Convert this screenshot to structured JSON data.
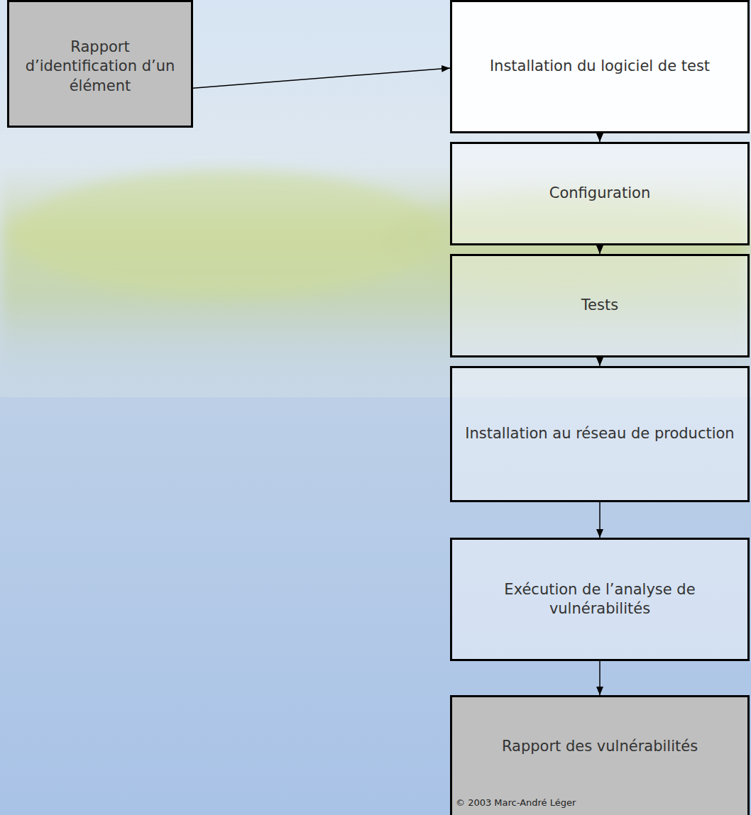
{
  "diagram": {
    "nodes": [
      {
        "text": [
          "Rapport d’identification d’un élément"
        ]
      },
      {
        "text": [
          "Installation du logiciel de test"
        ]
      },
      {
        "text": [
          "Configuration"
        ]
      },
      {
        "text": [
          "Tests"
        ]
      },
      {
        "text": [
          "Installation au réseau de production"
        ]
      },
      {
        "text": [
          "Exécution de l’analyse de vulnérabilités"
        ]
      },
      {
        "text": [
          "Rapport des vulnérabilités"
        ]
      }
    ],
    "edges": [
      {
        "from": 0,
        "to": 1,
        "arrow": "to"
      },
      {
        "from": 1,
        "to": 2,
        "arrow": "to"
      },
      {
        "from": 2,
        "to": 3,
        "arrow": "to"
      },
      {
        "from": 3,
        "to": 4,
        "arrow": "to"
      },
      {
        "from": 4,
        "to": 5,
        "arrow": "to"
      },
      {
        "from": 5,
        "to": 6,
        "arrow": "to"
      }
    ],
    "labels": [
      "© 2003 Marc-André Léger"
    ]
  }
}
